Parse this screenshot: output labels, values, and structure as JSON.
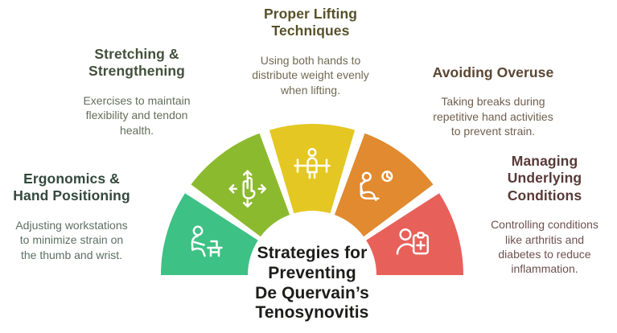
{
  "center_title": {
    "text": "Strategies for\nPreventing\nDe Quervain’s\nTenosynovitis",
    "color": "#1c1c1a"
  },
  "topics": [
    {
      "id": "ergonomics",
      "title": "Ergonomics &\nHand Positioning",
      "description": "Adjusting workstations\nto minimize strain on\nthe thumb and wrist.",
      "title_color": "#34493d",
      "description_color": "#5c6f62",
      "segment_color": "#3ec185",
      "icon": "seated-at-desk-icon"
    },
    {
      "id": "stretching",
      "title": "Stretching &\nStrengthening",
      "description": "Exercises to maintain\nflexibility and tendon\nhealth.",
      "title_color": "#42503b",
      "description_color": "#626e59",
      "segment_color": "#8cba2e",
      "icon": "hand-stretch-arrows-icon"
    },
    {
      "id": "proper-lifting",
      "title": "Proper Lifting\nTechniques",
      "description": "Using both hands to\ndistribute weight evenly\nwhen lifting.",
      "title_color": "#57512a",
      "description_color": "#6f6a52",
      "segment_color": "#e4c722",
      "icon": "person-lifting-bar-icon"
    },
    {
      "id": "avoiding-overuse",
      "title": "Avoiding Overuse",
      "description": "Taking breaks during\nrepetitive hand activities\nto prevent strain.",
      "title_color": "#5a4632",
      "description_color": "#6f5e4d",
      "segment_color": "#e18a30",
      "icon": "person-resting-clock-icon"
    },
    {
      "id": "managing-conditions",
      "title": "Managing\nUnderlying\nConditions",
      "description": "Controlling conditions\nlike arthritis and\ndiabetes to reduce\ninflammation.",
      "title_color": "#573a37",
      "description_color": "#6c514e",
      "segment_color": "#e8605a",
      "icon": "person-medical-clipboard-icon"
    }
  ]
}
